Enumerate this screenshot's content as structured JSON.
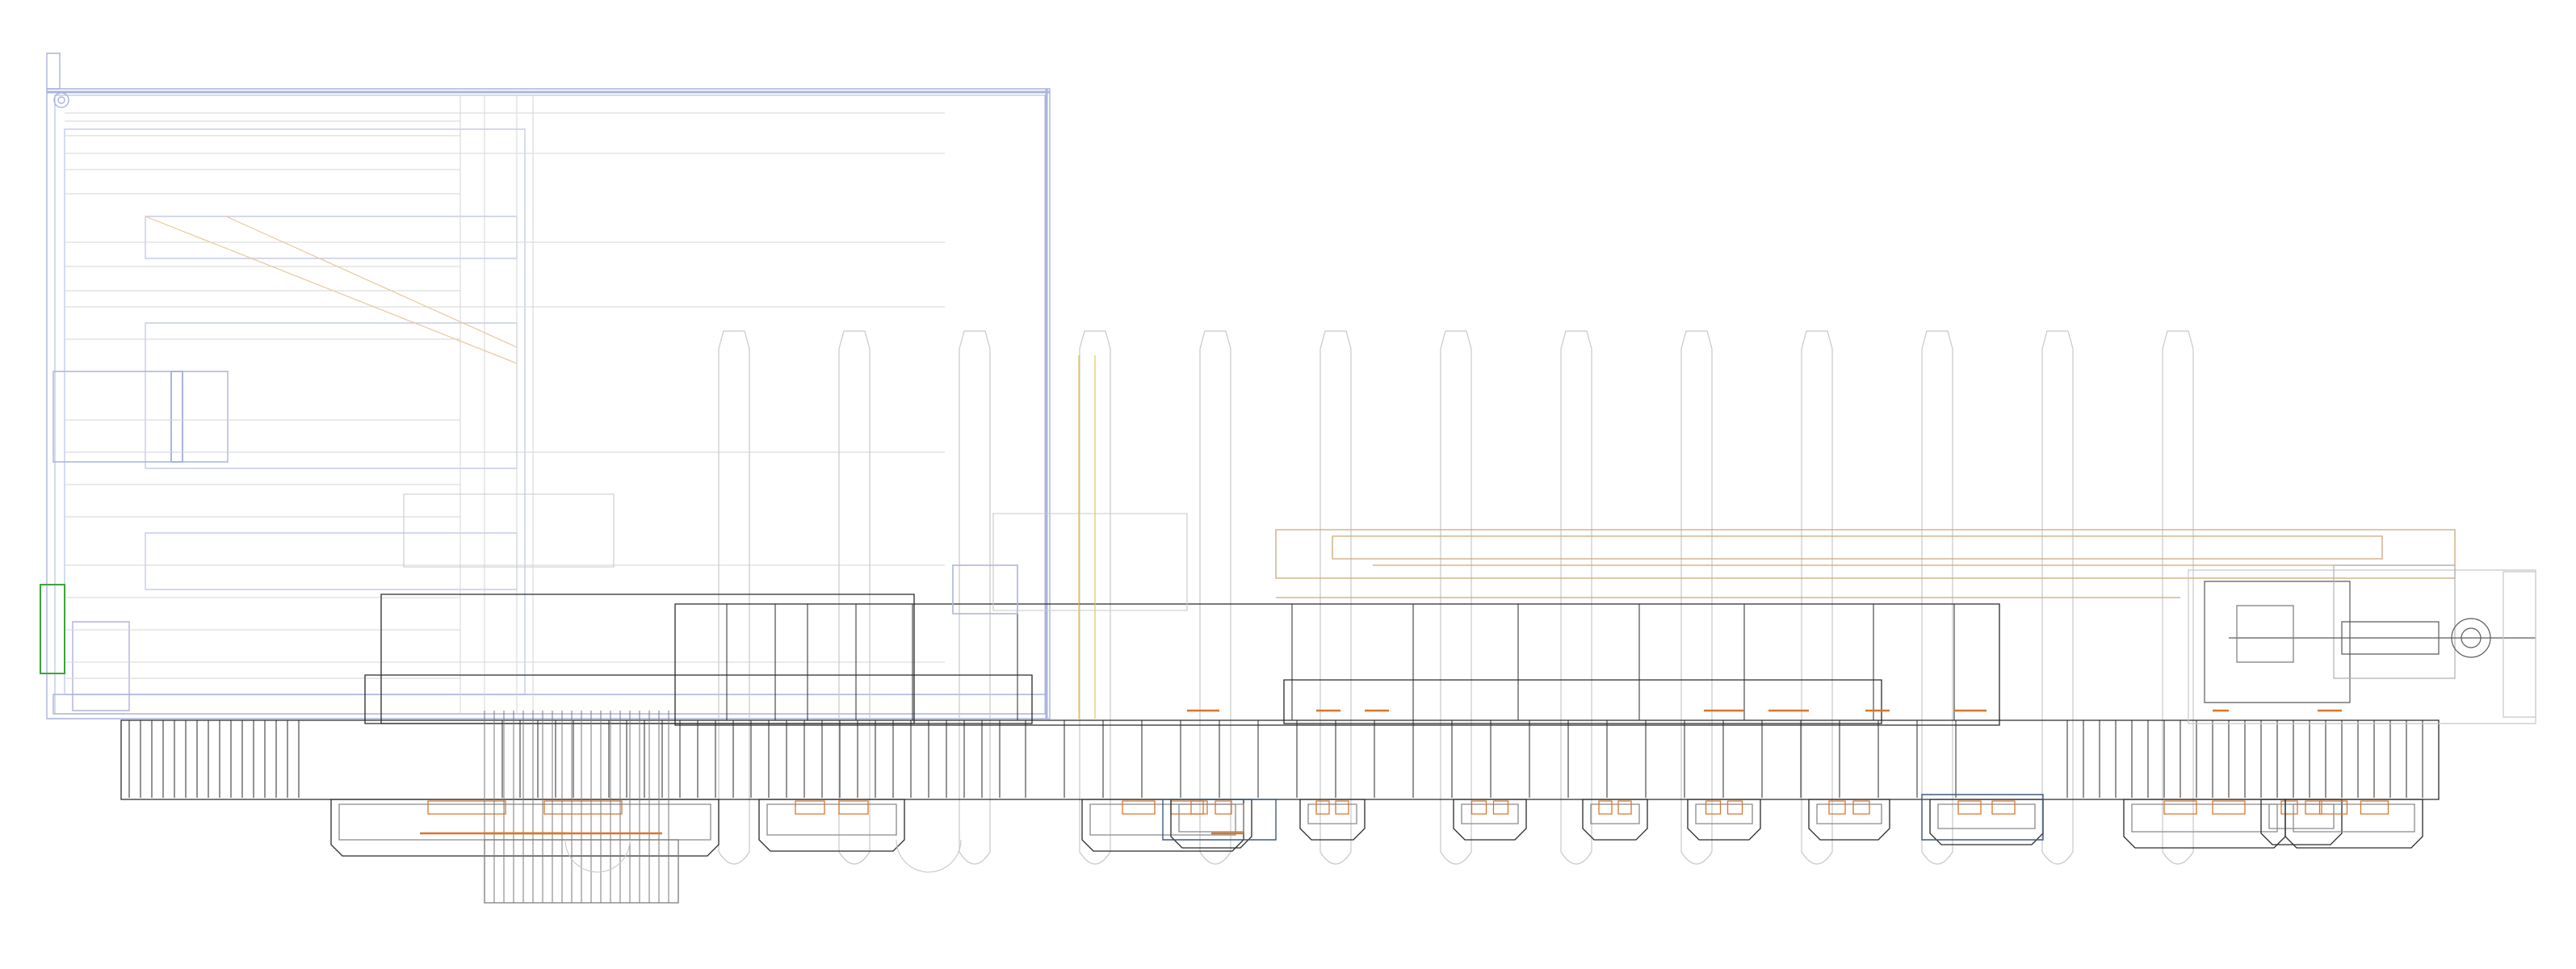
{
  "drawing": {
    "kind": "cad-line-drawing",
    "background": "#ffffff",
    "text_labels": [],
    "layers": [
      {
        "name": "blue-outline",
        "color": "#aab4dc"
      },
      {
        "name": "light-gray",
        "color": "#c8c8c8"
      },
      {
        "name": "dark-line",
        "color": "#2a2a2a"
      },
      {
        "name": "tan-line",
        "color": "#c9a87a"
      },
      {
        "name": "orange-accent",
        "color": "#d9762a"
      },
      {
        "name": "yellow-line",
        "color": "#e3c04a"
      },
      {
        "name": "green-line",
        "color": "#3aa63a"
      },
      {
        "name": "steel-blue",
        "color": "#3e5a80"
      }
    ],
    "components": {
      "pin_posts": 13,
      "connector_groups": 13
    }
  }
}
